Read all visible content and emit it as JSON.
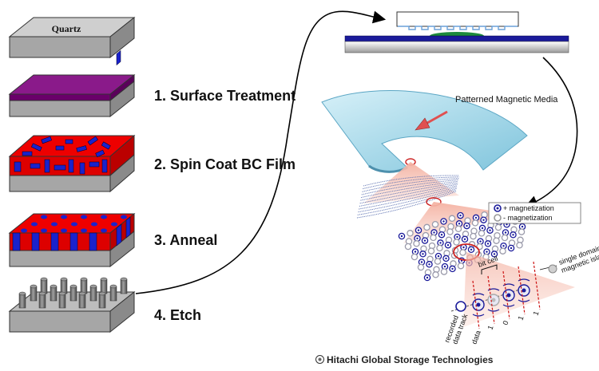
{
  "slab_label": "Quartz",
  "steps": [
    {
      "label": "1. Surface Treatment"
    },
    {
      "label": "2. Spin Coat BC Film"
    },
    {
      "label": "3. Anneal"
    },
    {
      "label": "4. Etch"
    }
  ],
  "media": {
    "title": "Patterned Magnetic Media",
    "legend_plus": "+ magnetization",
    "legend_minus": "- magnetization",
    "bit_cell": "bit cell",
    "single_domain_line1": "single domain",
    "single_domain_line2": "magnetic island",
    "recorded_line1": "recorded",
    "recorded_line2": "data track",
    "data_label": "data",
    "bits": [
      "1",
      "0",
      "1",
      "1"
    ]
  },
  "credit": "Hitachi Global Storage Technologies",
  "colors": {
    "quartz_top": "#cfcfcf",
    "quartz_front": "#a6a6a6",
    "purple": "#800080",
    "film_red": "#ee0000",
    "cylinder_blue": "#1a22cc",
    "pillar_gray": "#707070",
    "disk_blue": "#a8d8ea",
    "arrow_red": "#e05050"
  }
}
